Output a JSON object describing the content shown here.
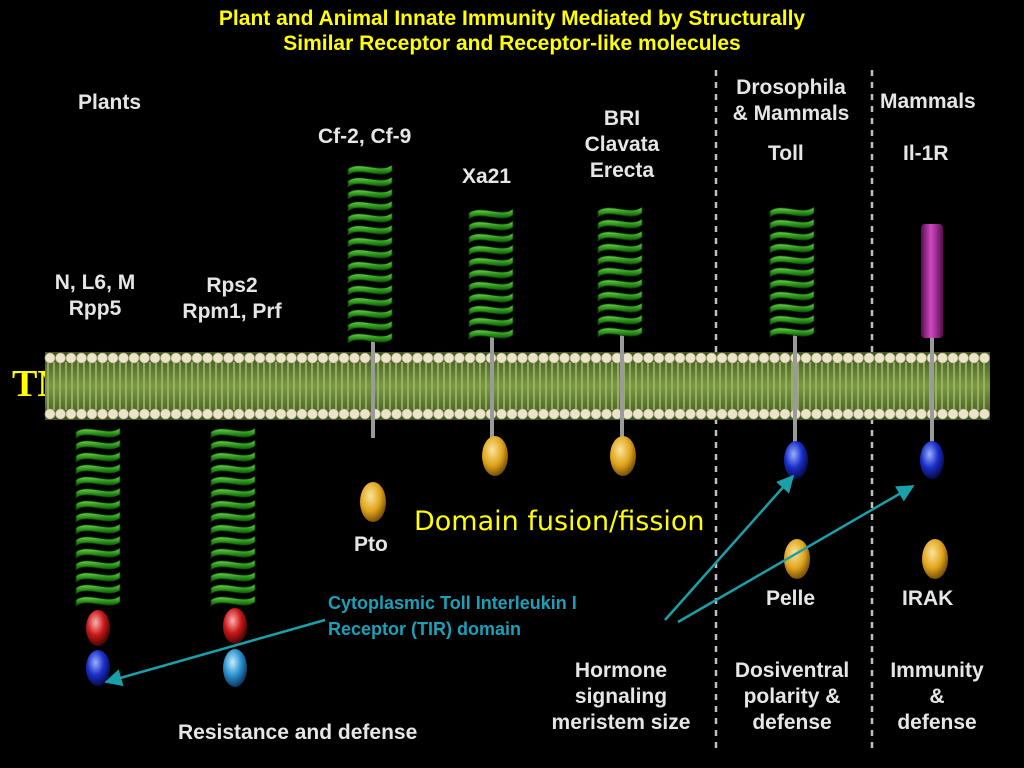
{
  "title": {
    "line1": "Plant and Animal Innate Immunity Mediated by Structurally",
    "line2": "Similar Receptor and Receptor-like molecules"
  },
  "groups": {
    "plants": "Plants",
    "drosophila": "Drosophila",
    "mammals_joined": "& Mammals",
    "mammals": "Mammals"
  },
  "receptors": {
    "nl6m": {
      "line1": "N, L6, M",
      "line2": "Rpp5"
    },
    "rps2": {
      "line1": "Rps2",
      "line2": "Rpm1, Prf"
    },
    "cf": "Cf-2, Cf-9",
    "xa21": "Xa21",
    "bri": {
      "line1": "BRI",
      "line2": "Clavata",
      "line3": "Erecta"
    },
    "toll": "Toll",
    "il1r": "Il-1R"
  },
  "kinases": {
    "pto": "Pto",
    "pelle": "Pelle",
    "irak": "IRAK"
  },
  "membrane_label": "TM",
  "annotation": "Domain fusion/fission",
  "tir_label": {
    "line1": "Cytoplasmic Toll Interleukin I",
    "line2": "Receptor (TIR) domain"
  },
  "functions": {
    "plants": "Resistance and defense",
    "hormone": {
      "line1": "Hormone",
      "line2": "signaling",
      "line3": "meristem size"
    },
    "dosiventral": {
      "line1": "Dosiventral",
      "line2": "polarity &",
      "line3": "defense"
    },
    "immunity": {
      "line1": "Immunity",
      "line2": "&",
      "line3": "defense"
    }
  },
  "colors": {
    "title": "#ffff00",
    "lrr": "#2e9a1c",
    "kinase": "#e0a41c",
    "tir": "#1a2ec8",
    "nbs": "#c81818",
    "ig": "#a0208c",
    "arrow": "#1aa0a8",
    "membrane": "#6f8a3c"
  }
}
